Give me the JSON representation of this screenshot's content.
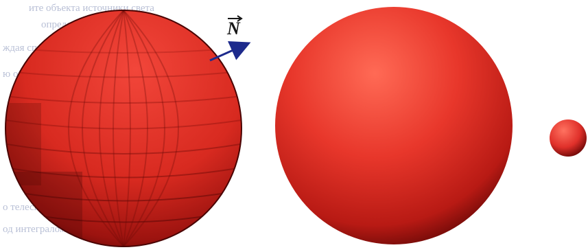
{
  "figure": {
    "normal_vector_label": "N",
    "colors": {
      "sphere_light": "#ff5a4a",
      "sphere_mid": "#e22b22",
      "sphere_dark": "#7a0a08",
      "arrow": "#1d2a8c",
      "bleed_text": "#b9c0d6"
    },
    "panels": [
      {
        "name": "flat-shaded-sphere",
        "style": "faceted"
      },
      {
        "name": "smooth-shaded-sphere",
        "style": "smooth"
      },
      {
        "name": "small-sphere",
        "style": "smooth"
      }
    ]
  },
  "bleed_through_text": {
    "lines": [
      "ите объекта источники света",
      "определенная организация",
      "ждая спектр",
      "ю обратного",
      "о телесному углу",
      "од интегралом"
    ]
  }
}
